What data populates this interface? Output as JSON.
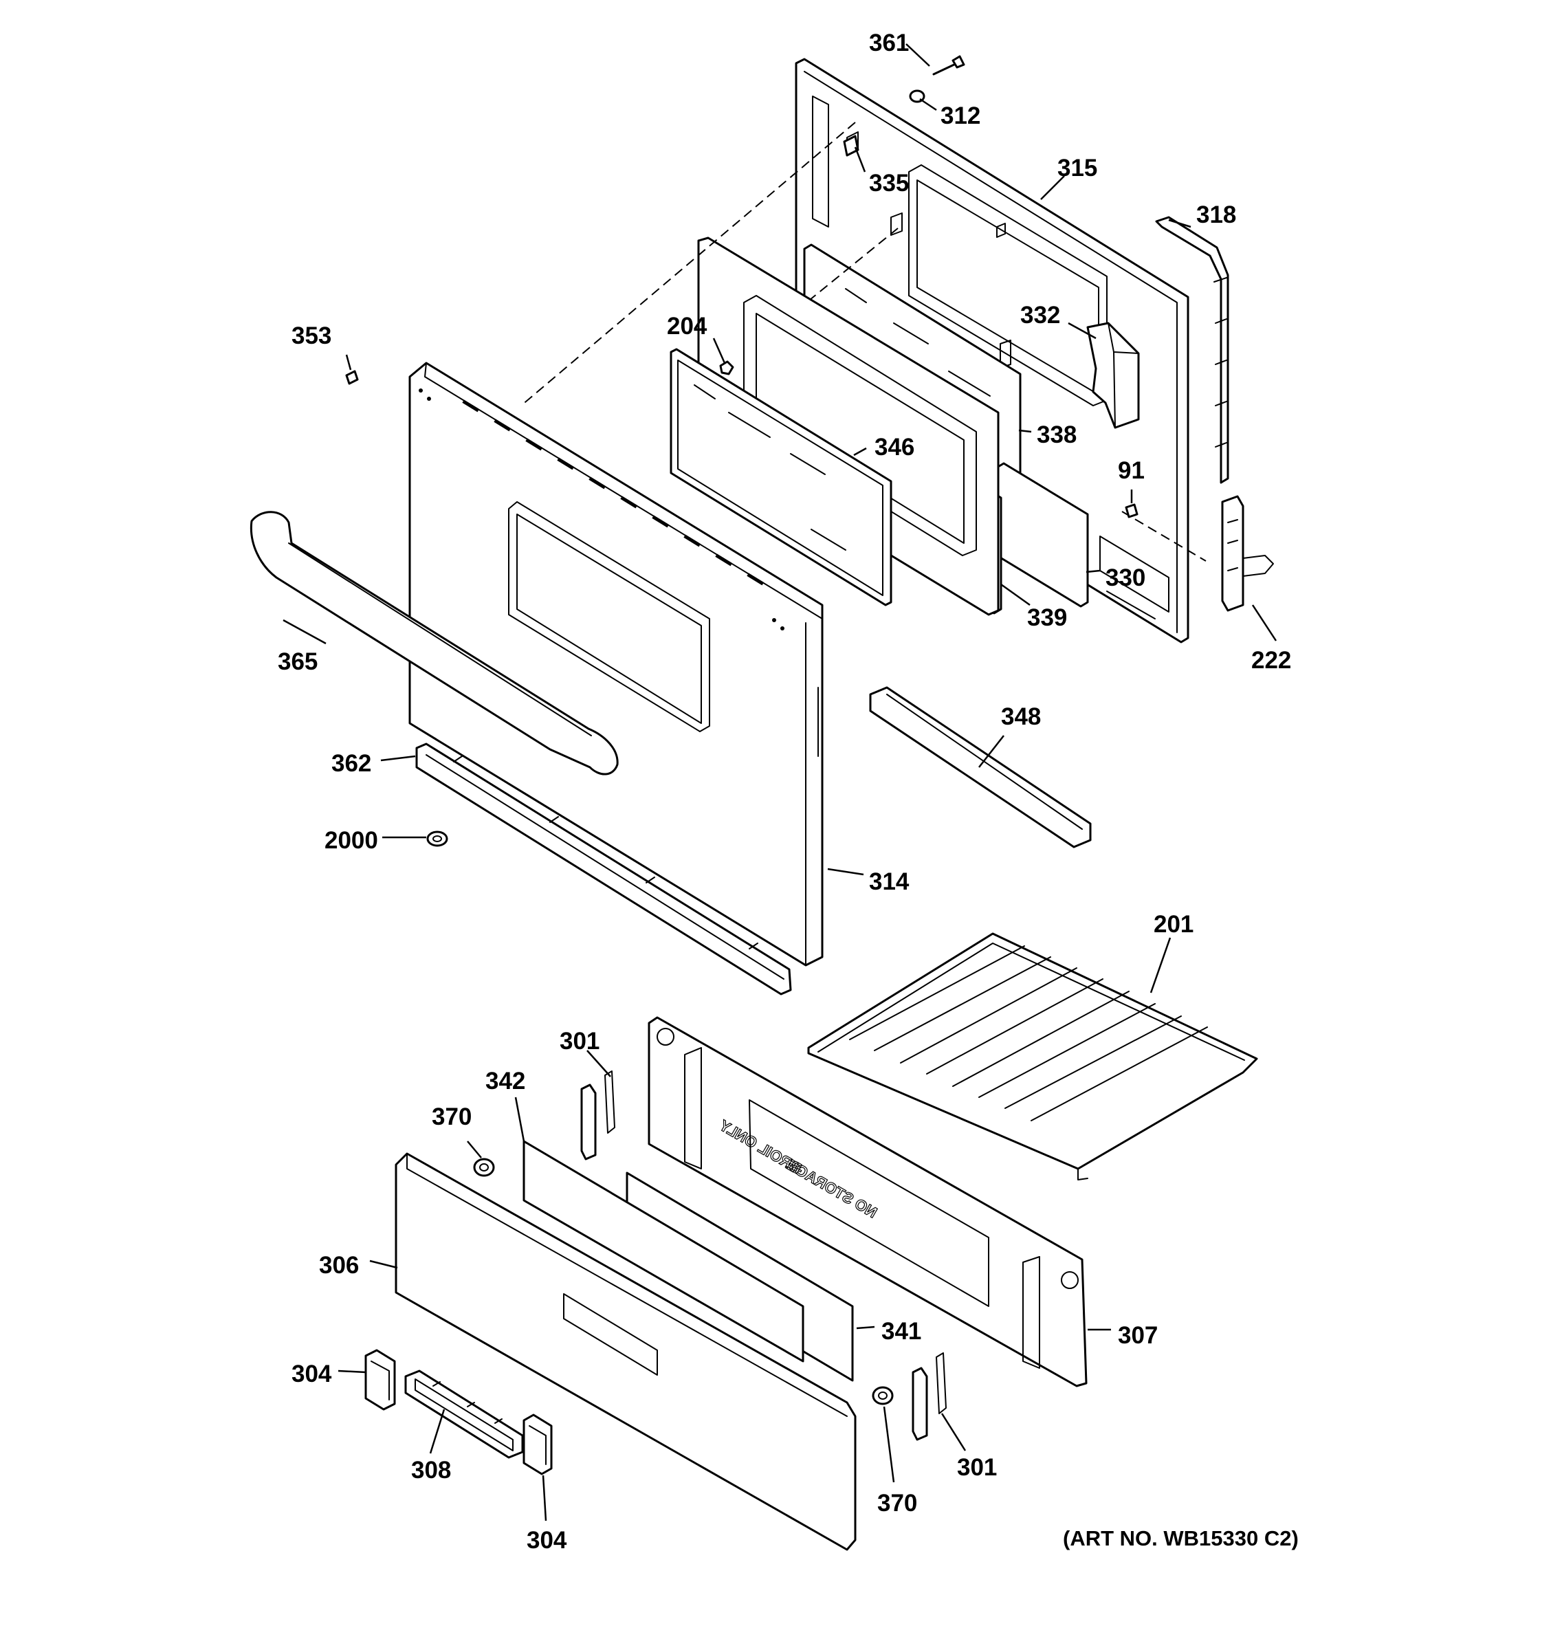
{
  "diagram": {
    "art_number": "(ART NO. WB15330 C2)",
    "drawer_panel_text": {
      "left": "BROIL ONLY",
      "right": "NO STORAGE"
    },
    "parts": [
      {
        "id": "p361",
        "number": "361"
      },
      {
        "id": "p312",
        "number": "312"
      },
      {
        "id": "p335",
        "number": "335"
      },
      {
        "id": "p315",
        "number": "315"
      },
      {
        "id": "p318",
        "number": "318"
      },
      {
        "id": "p332",
        "number": "332"
      },
      {
        "id": "p353",
        "number": "353"
      },
      {
        "id": "p204",
        "number": "204"
      },
      {
        "id": "p338",
        "number": "338"
      },
      {
        "id": "p346",
        "number": "346"
      },
      {
        "id": "p91",
        "number": "91"
      },
      {
        "id": "p330",
        "number": "330"
      },
      {
        "id": "p339",
        "number": "339"
      },
      {
        "id": "p222",
        "number": "222"
      },
      {
        "id": "p365",
        "number": "365"
      },
      {
        "id": "p348",
        "number": "348"
      },
      {
        "id": "p362",
        "number": "362"
      },
      {
        "id": "p2000",
        "number": "2000"
      },
      {
        "id": "p314",
        "number": "314"
      },
      {
        "id": "p201",
        "number": "201"
      },
      {
        "id": "p301a",
        "number": "301"
      },
      {
        "id": "p342",
        "number": "342"
      },
      {
        "id": "p370a",
        "number": "370"
      },
      {
        "id": "p306",
        "number": "306"
      },
      {
        "id": "p341",
        "number": "341"
      },
      {
        "id": "p307",
        "number": "307"
      },
      {
        "id": "p304a",
        "number": "304"
      },
      {
        "id": "p308",
        "number": "308"
      },
      {
        "id": "p370b",
        "number": "370"
      },
      {
        "id": "p301b",
        "number": "301"
      },
      {
        "id": "p304b",
        "number": "304"
      }
    ]
  }
}
